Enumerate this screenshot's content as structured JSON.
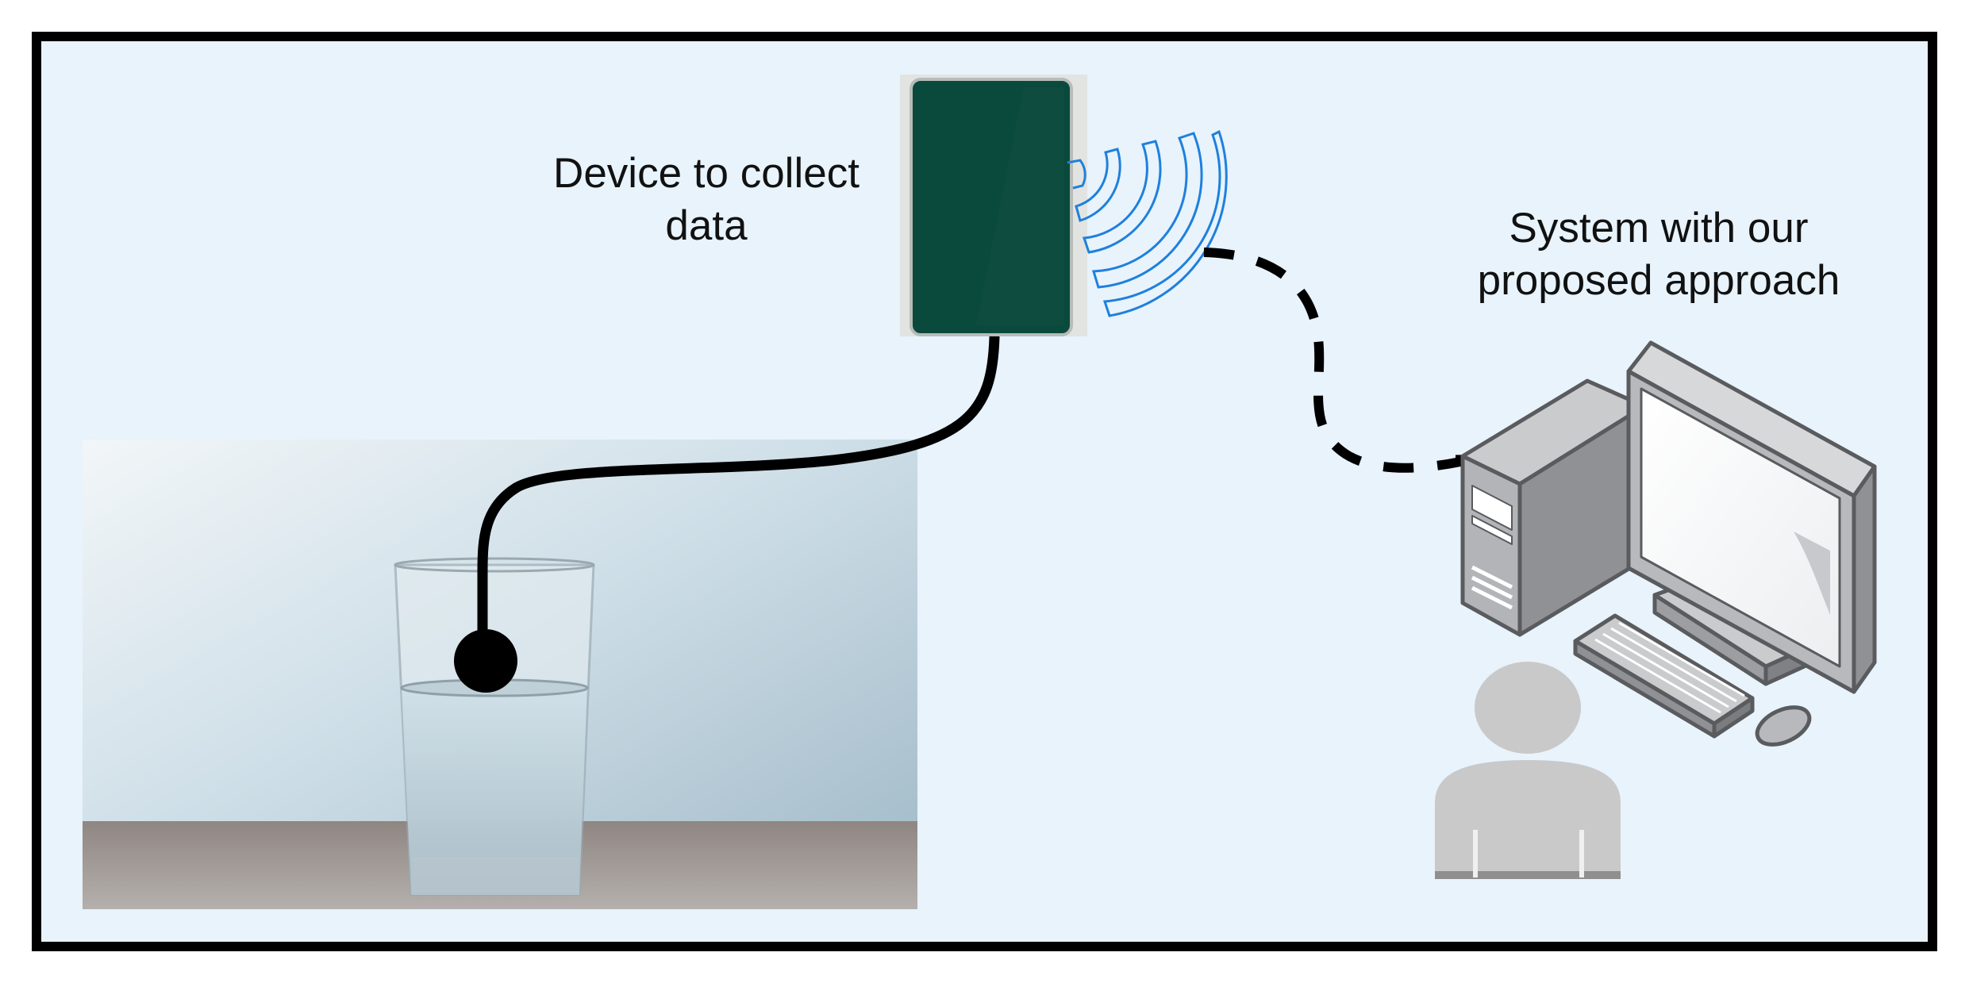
{
  "device_label": {
    "line1": "Device to collect",
    "line2": "data"
  },
  "system_label": {
    "line1": "System with our",
    "line2": "proposed approach"
  },
  "colors": {
    "background": "#e8f3fc",
    "frame": "#000000",
    "device_body": "#0a4a3c",
    "wifi_waves": "#1f80dc",
    "cable": "#000000",
    "computer_gray": "#b9bbbe",
    "user_gray": "#c9c9c9"
  },
  "icons": {
    "device": "sensor-device-icon",
    "signal": "wireless-signal-icon",
    "computer": "desktop-computer-icon",
    "user": "user-silhouette-icon",
    "photo": "water-glass-photo"
  }
}
